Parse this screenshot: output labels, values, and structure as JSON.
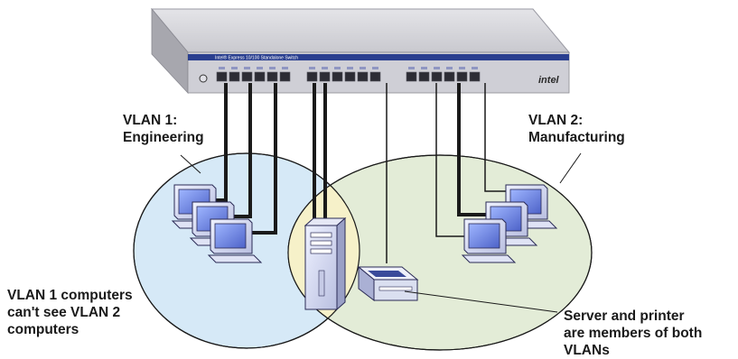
{
  "switch": {
    "brand_text": "Intel® Express 10/100 Standalone Switch",
    "logo_text": "intel"
  },
  "vlan1": {
    "title_line1": "VLAN 1:",
    "title_line2": "Engineering"
  },
  "vlan2": {
    "title_line1": "VLAN 2:",
    "title_line2": "Manufacturing"
  },
  "note_left": {
    "line1": "VLAN 1 computers",
    "line2": "can't see VLAN 2",
    "line3": "computers"
  },
  "note_right": {
    "line1": "Server and printer",
    "line2": "are members of both",
    "line3": "VLANs"
  },
  "colors": {
    "vlan1_fill": "#d6e9f7",
    "vlan2_fill": "#e3ecd7",
    "overlap_fill": "#f6f1c9",
    "switch_top": "#d9d9de",
    "switch_front": "#2a3f8f",
    "cable": "#1a1a1a"
  }
}
